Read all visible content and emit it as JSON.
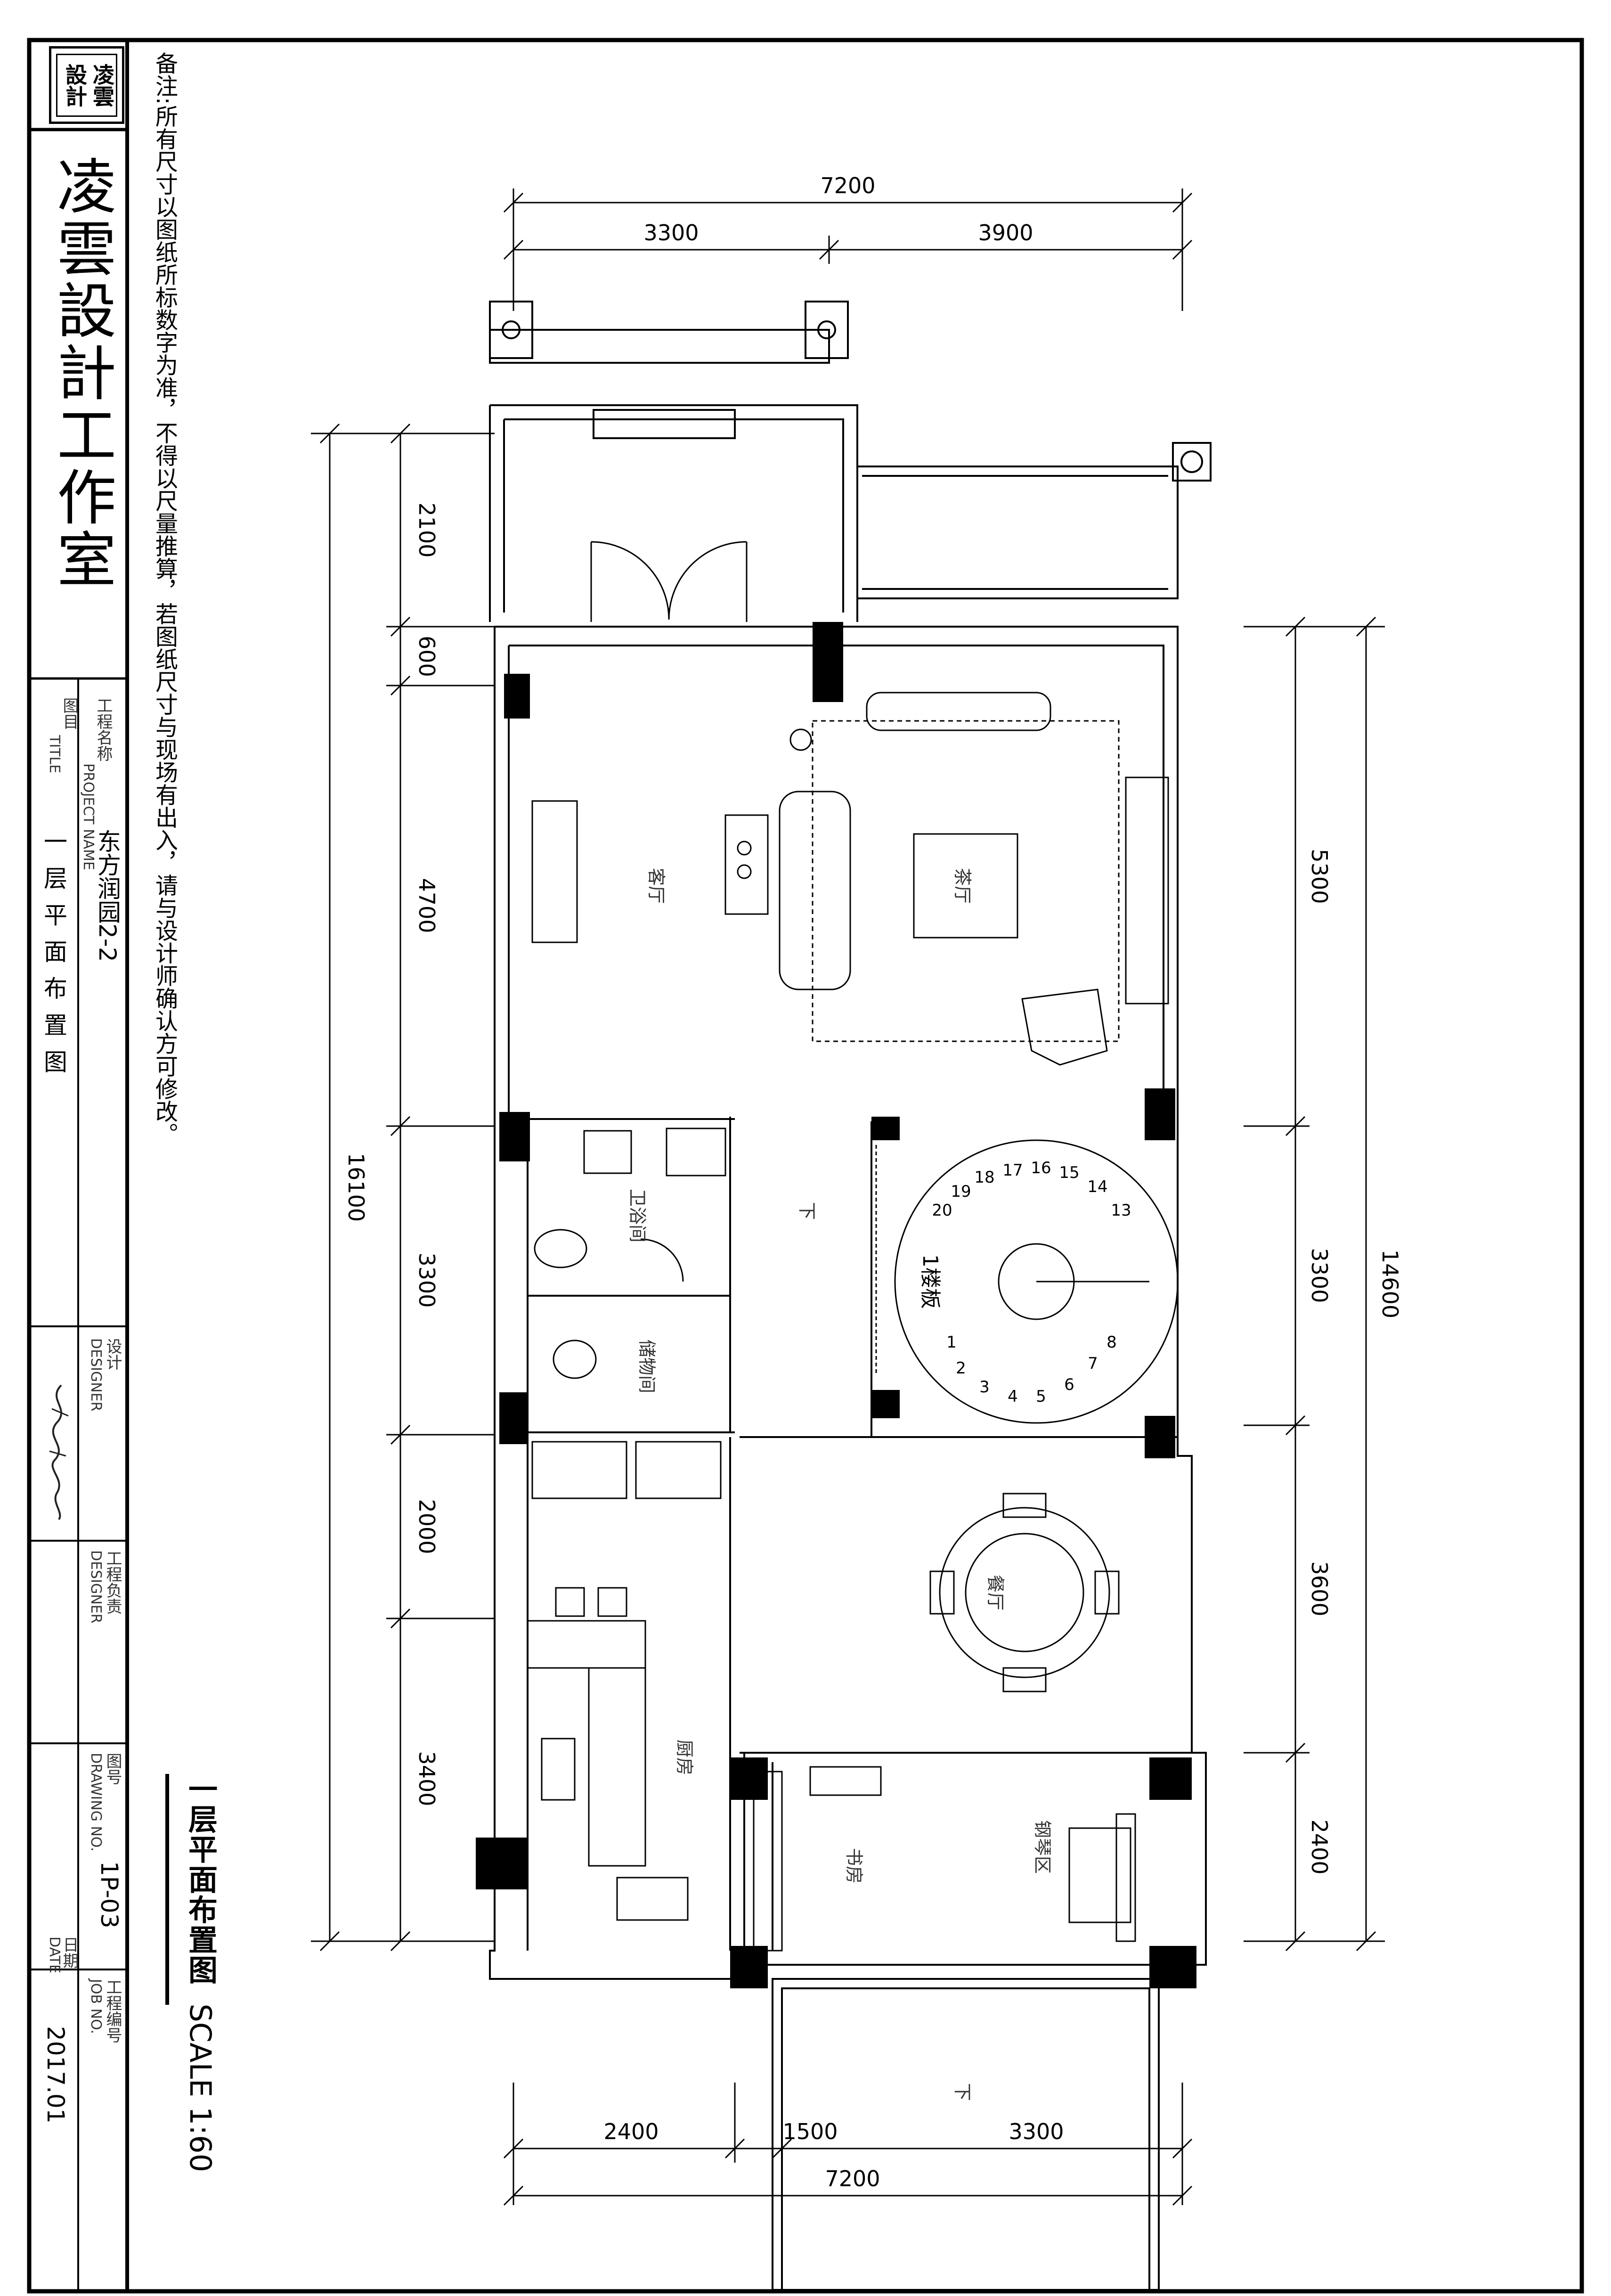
{
  "title_block": {
    "seal": "凌雲設計",
    "studio_name": "凌雲設計工作室",
    "project_name_label_cn": "工程名称",
    "project_name_label_en": "PROJECT NAME",
    "project_name": "东方润园2-2",
    "drawing_title_label_cn": "图目",
    "drawing_title_label_en": "TITLE",
    "drawing_title": "一 层 平 面 布 置 图",
    "designer_label_cn": "设计",
    "designer_label_en": "DESIGNER",
    "engineer_label_cn": "工程负责",
    "engineer_label_en": "DESIGNER",
    "drawing_no_label_cn": "图号",
    "drawing_no_label_en": "DRAWING NO.",
    "drawing_no": "1P-03",
    "job_no_label_cn": "工程编号",
    "job_no_label_en": "JOB NO.",
    "date_label_cn": "日期",
    "date_label_en": "DATE",
    "date": "2017.01"
  },
  "note": "备注:所有尺寸以图纸所标数字为准，不得以尺量推算，若图纸尺寸与现场有出入，请与设计师确认方可修改。",
  "plan": {
    "title": "一层平面布置图",
    "scale": "SCALE 1:60",
    "dimensions": {
      "top_total": "7200",
      "top_left": "3300",
      "top_right": "3900",
      "left_total": "16100",
      "left_segments": [
        "2100",
        "600",
        "4700",
        "3300",
        "2000",
        "3400"
      ],
      "right_total": "14600",
      "right_segments": [
        "5300",
        "3300",
        "3600",
        "2400"
      ],
      "bottom_total": "7200",
      "bottom_segments": [
        "2400",
        "1500",
        "3300"
      ]
    },
    "rooms": {
      "living": "客厅",
      "tea": "茶厅",
      "bathroom": "卫浴间",
      "storage": "储物间",
      "dining": "餐厅",
      "kitchen": "厨房",
      "piano": "钢琴区",
      "study": "书房",
      "stair_label": "1楼板"
    },
    "down_label": "下",
    "stair_steps": [
      "1",
      "2",
      "3",
      "4",
      "5",
      "6",
      "7",
      "8",
      "13",
      "14",
      "15",
      "16",
      "17",
      "18",
      "19",
      "20"
    ]
  }
}
